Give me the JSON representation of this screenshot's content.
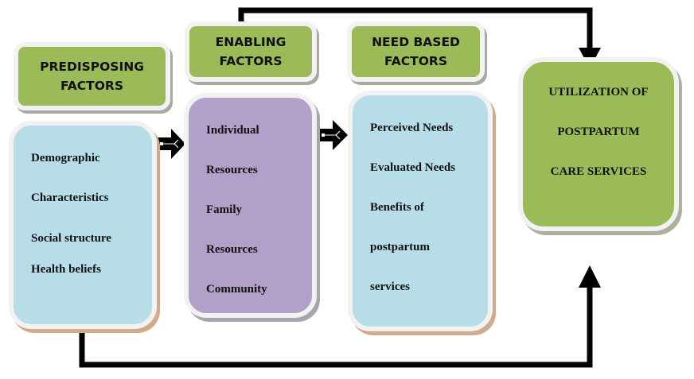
{
  "diagram": {
    "headers": {
      "predisposing": "PREDISPOSING FACTORS",
      "predisposing_line1": "PREDISPOSING",
      "predisposing_line2": "FACTORS",
      "enabling_line1": "ENABLING",
      "enabling_line2": "FACTORS",
      "need_line1": "NEED BASED",
      "need_line2": "FACTORS"
    },
    "predisposing_items": [
      "Demographic",
      "Characteristics",
      "Social structure",
      "Health beliefs"
    ],
    "enabling_items": [
      "Individual",
      "Resources",
      "Family",
      "Resources",
      "Community"
    ],
    "need_items": [
      "Perceived Needs",
      "Evaluated Needs",
      "Benefits of",
      "postpartum",
      "services"
    ],
    "outcome": {
      "line1": "UTILIZATION OF",
      "line2": "POSTPARTUM",
      "line3": "CARE SERVICES"
    },
    "colors": {
      "header_green": "#9bbb59",
      "predisposing_blue": "#b7dde8",
      "enabling_purple": "#b1a0c7",
      "need_blue": "#b7dde8",
      "outcome_green": "#9bbb59",
      "arrow": "#000000"
    }
  }
}
